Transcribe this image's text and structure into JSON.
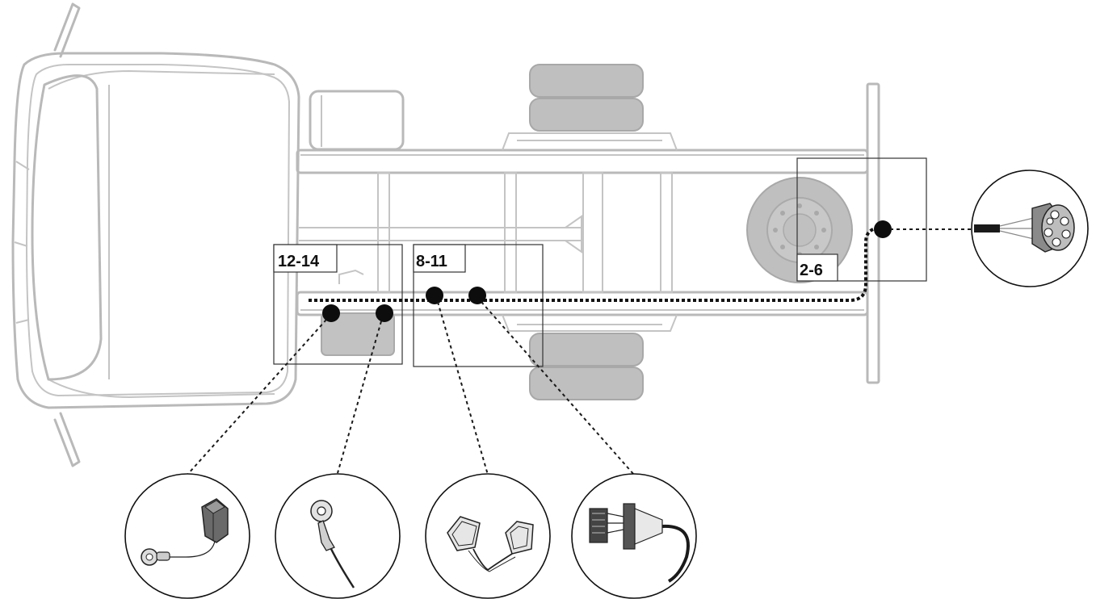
{
  "callouts": [
    {
      "id": "a",
      "label": "12-14"
    },
    {
      "id": "b",
      "label": "8-11"
    },
    {
      "id": "c",
      "label": "2-6"
    }
  ],
  "detail_views": [
    {
      "id": "relay-with-ring-terminal-icon"
    },
    {
      "id": "ring-terminal-icon"
    },
    {
      "id": "connector-pair-icon"
    },
    {
      "id": "ribbon-cable-connector-icon"
    },
    {
      "id": "round-multipin-connector-icon"
    }
  ]
}
